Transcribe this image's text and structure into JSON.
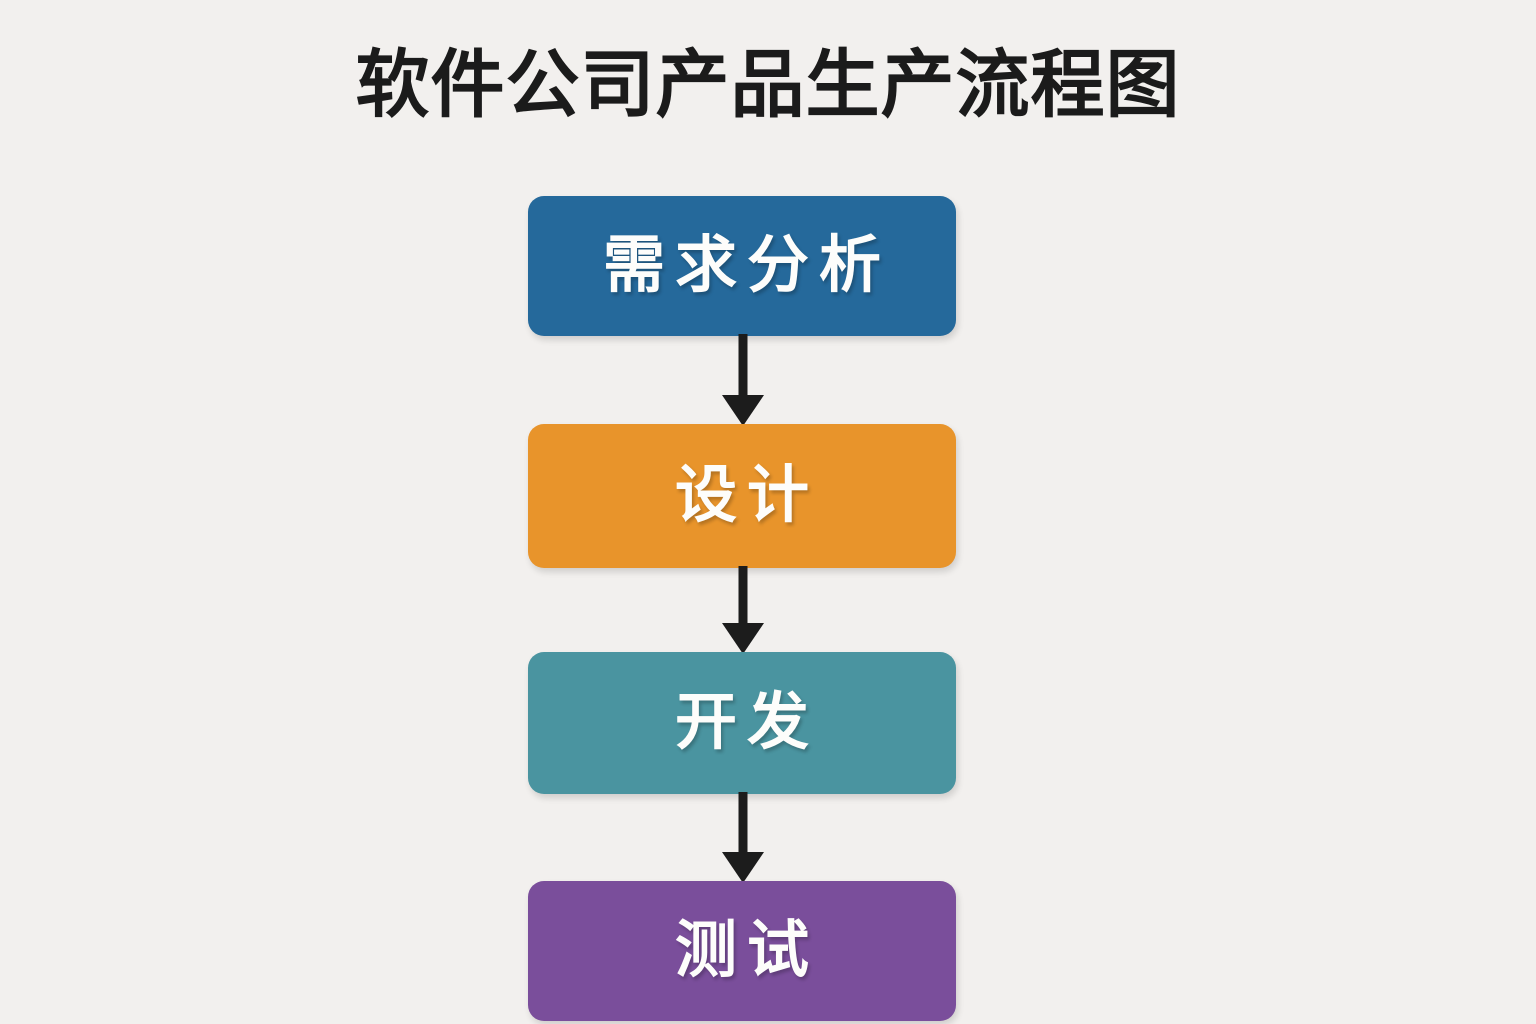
{
  "chart_data": {
    "type": "diagram",
    "diagram_kind": "flowchart",
    "orientation": "vertical-top-to-bottom",
    "title": "软件公司产品生产流程图",
    "background_color": "#f2f0ee",
    "title_color": "#1b1b1b",
    "arrow_color": "#1c1c1c",
    "node_text_color": "#fdfdfb",
    "nodes": [
      {
        "id": "node-0",
        "label": "需求分析",
        "color": "#25699b",
        "order": 1
      },
      {
        "id": "node-1",
        "label": "设计",
        "color": "#e8942b",
        "order": 2
      },
      {
        "id": "node-2",
        "label": "开发",
        "color": "#4a94a0",
        "order": 3
      },
      {
        "id": "node-3",
        "label": "测试",
        "color": "#7a4e9b",
        "order": 4
      }
    ],
    "edges": [
      {
        "id": "arrow-0",
        "from": "需求分析",
        "to": "设计",
        "label": ""
      },
      {
        "id": "arrow-1",
        "from": "设计",
        "to": "开发",
        "label": ""
      },
      {
        "id": "arrow-2",
        "from": "开发",
        "to": "测试",
        "label": ""
      }
    ]
  },
  "title": {
    "text": "软件公司产品生产流程图"
  },
  "nodes": [
    {
      "label": "需求分析",
      "color": "#25699b"
    },
    {
      "label": "设计",
      "color": "#e8942b"
    },
    {
      "label": "开发",
      "color": "#4a94a0"
    },
    {
      "label": "测试",
      "color": "#7a4e9b"
    }
  ],
  "colors": {
    "background": "#f2f0ee",
    "title": "#1b1b1b",
    "arrow": "#1c1c1c",
    "node_text": "#fdfdfb",
    "node_requirements": "#25699b",
    "node_design": "#e8942b",
    "node_development": "#4a94a0",
    "node_testing": "#7a4e9b"
  }
}
